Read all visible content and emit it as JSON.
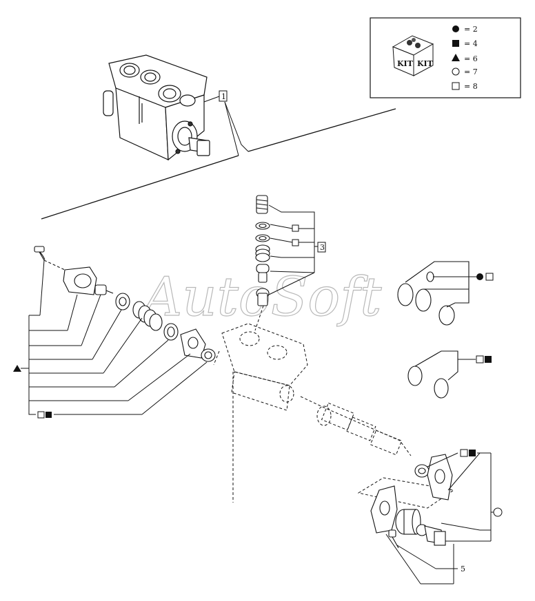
{
  "legend": {
    "kit_icon_text": "KIT",
    "entries": [
      {
        "symbol": "filled-circle",
        "value": "= 2"
      },
      {
        "symbol": "filled-square",
        "value": "= 4"
      },
      {
        "symbol": "filled-triangle",
        "value": "= 6"
      },
      {
        "symbol": "open-circle",
        "value": "= 7"
      },
      {
        "symbol": "open-square",
        "value": "= 8"
      }
    ]
  },
  "callouts": {
    "ref1": "1",
    "ref3": "3",
    "ref5": "5"
  },
  "watermark": "AutoSoft"
}
